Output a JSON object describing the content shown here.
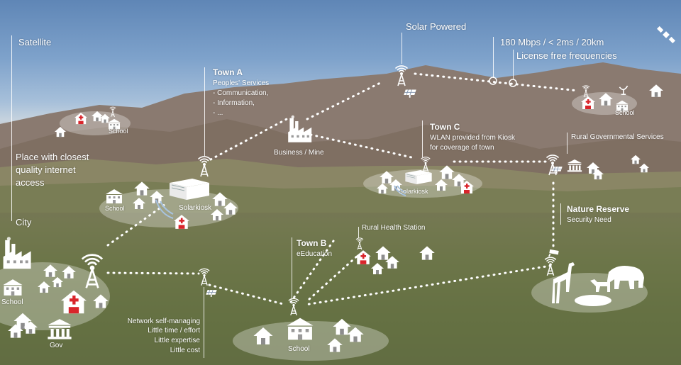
{
  "labels": {
    "satellite": "Satellite",
    "solar_powered": "Solar Powered",
    "bandwidth": "180 Mbps / < 2ms / 20km",
    "license_free": "License free frequencies",
    "town_a_title": "Town A",
    "town_a_sub": "Peoples' Services",
    "town_a_item1": "- Communication,",
    "town_a_item2": "- Information,",
    "town_a_item3": "- ...",
    "business_mine": "Business / Mine",
    "town_c_title": "Town C",
    "town_c_line1": "WLAN provided from Kiosk",
    "town_c_line2": "for coverage of town",
    "rural_gov": "Rural Governmental Services",
    "place_l1": "Place with closest",
    "place_l2": "quality internet",
    "place_l3": "access",
    "city": "City",
    "rural_health": "Rural Health Station",
    "town_b_title": "Town B",
    "town_b_sub": "eEducation",
    "nature_title": "Nature Reserve",
    "nature_sub": "Security Need",
    "net_l1": "Network self-managing",
    "net_l2": "Little time / effort",
    "net_l3": "Little expertise",
    "net_l4": "Little cost",
    "school": "School",
    "gov": "Gov",
    "solarkiosk": "Solarkiosk"
  },
  "colors": {
    "link": "#ffffff",
    "accent_red": "#d9252b"
  }
}
